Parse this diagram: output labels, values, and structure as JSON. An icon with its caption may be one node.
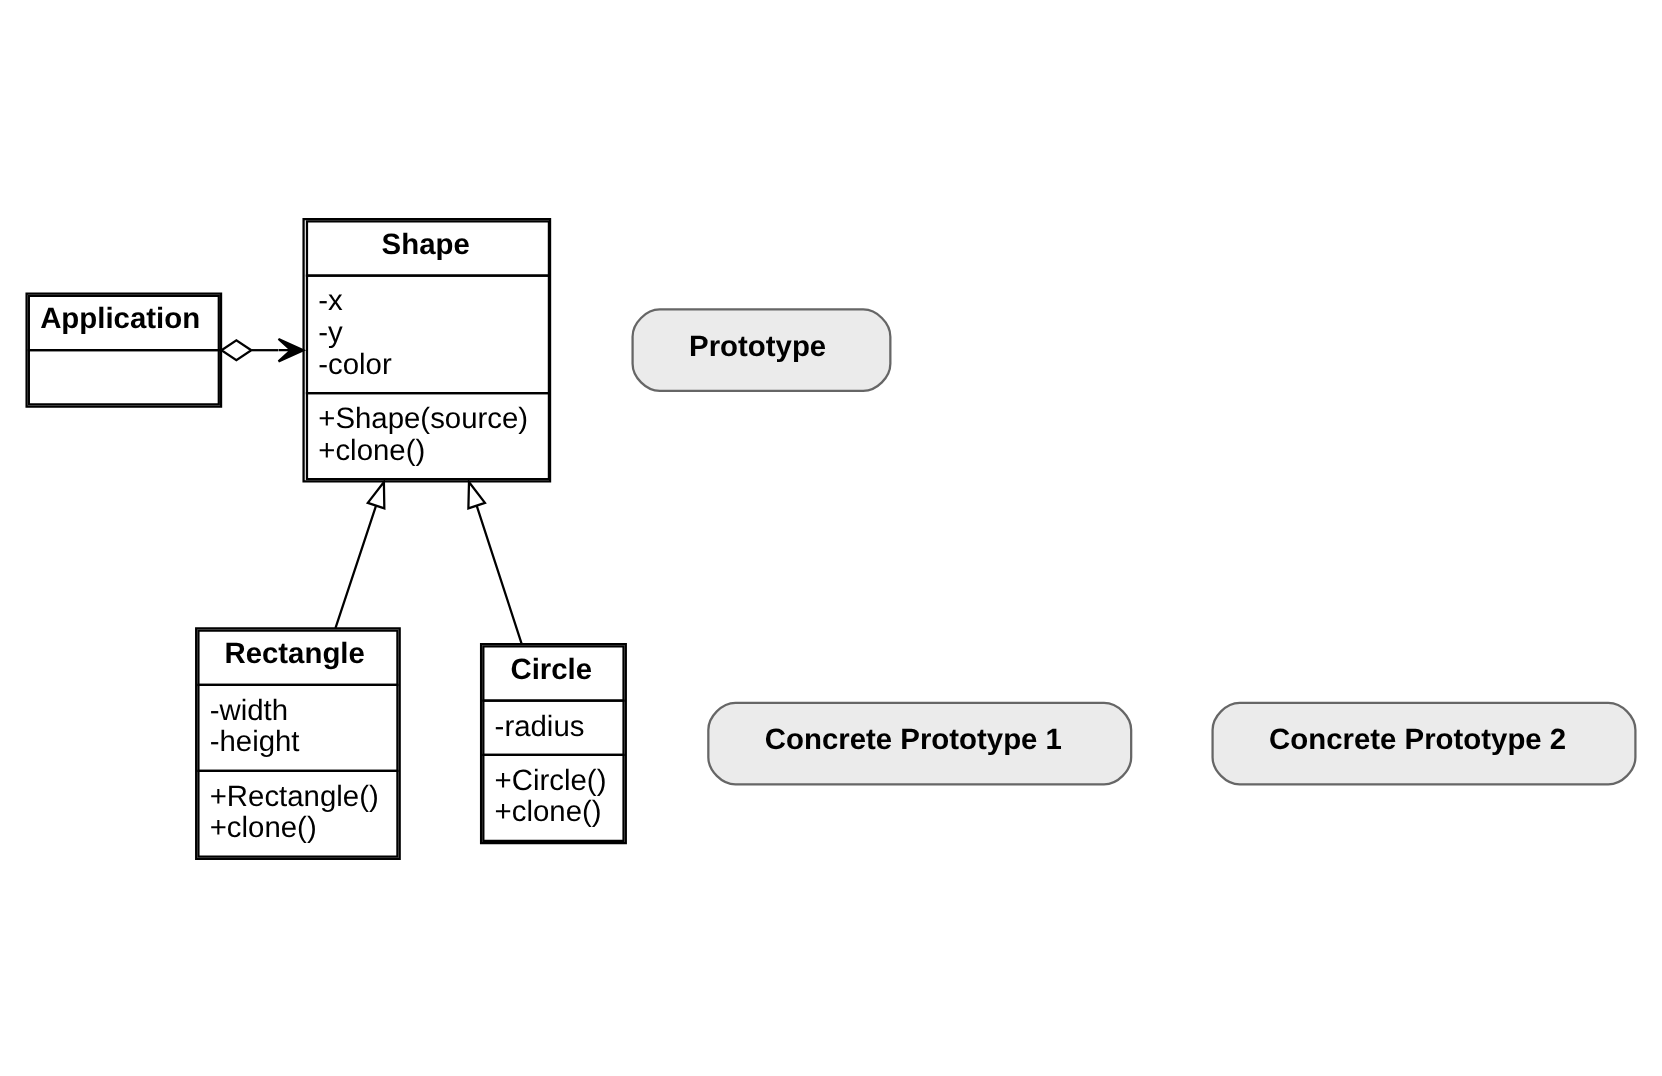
{
  "diagram": {
    "nodes": [
      {
        "text": [
          "Application"
        ]
      },
      {
        "text": [
          "Shape",
          "-x",
          "-y",
          "-color",
          "+Shape(source)",
          "+clone()"
        ]
      },
      {
        "text": [
          "Prototype"
        ]
      },
      {
        "text": [
          "Concrete Prototype 1"
        ]
      },
      {
        "text": [
          "Concrete Prototype 2"
        ]
      },
      {
        "text": [
          "Rectangle",
          "-width",
          "-height",
          "+Rectangle()",
          "+clone()"
        ]
      },
      {
        "text": [
          "Circle",
          "-radius",
          "+Circle()",
          "+clone()"
        ]
      }
    ],
    "edges": [
      {
        "from": 0,
        "to": 1,
        "arrow": "to"
      },
      {
        "from": 5,
        "to": 1,
        "arrow": "to"
      },
      {
        "from": 6,
        "to": 1,
        "arrow": "to"
      }
    ]
  }
}
